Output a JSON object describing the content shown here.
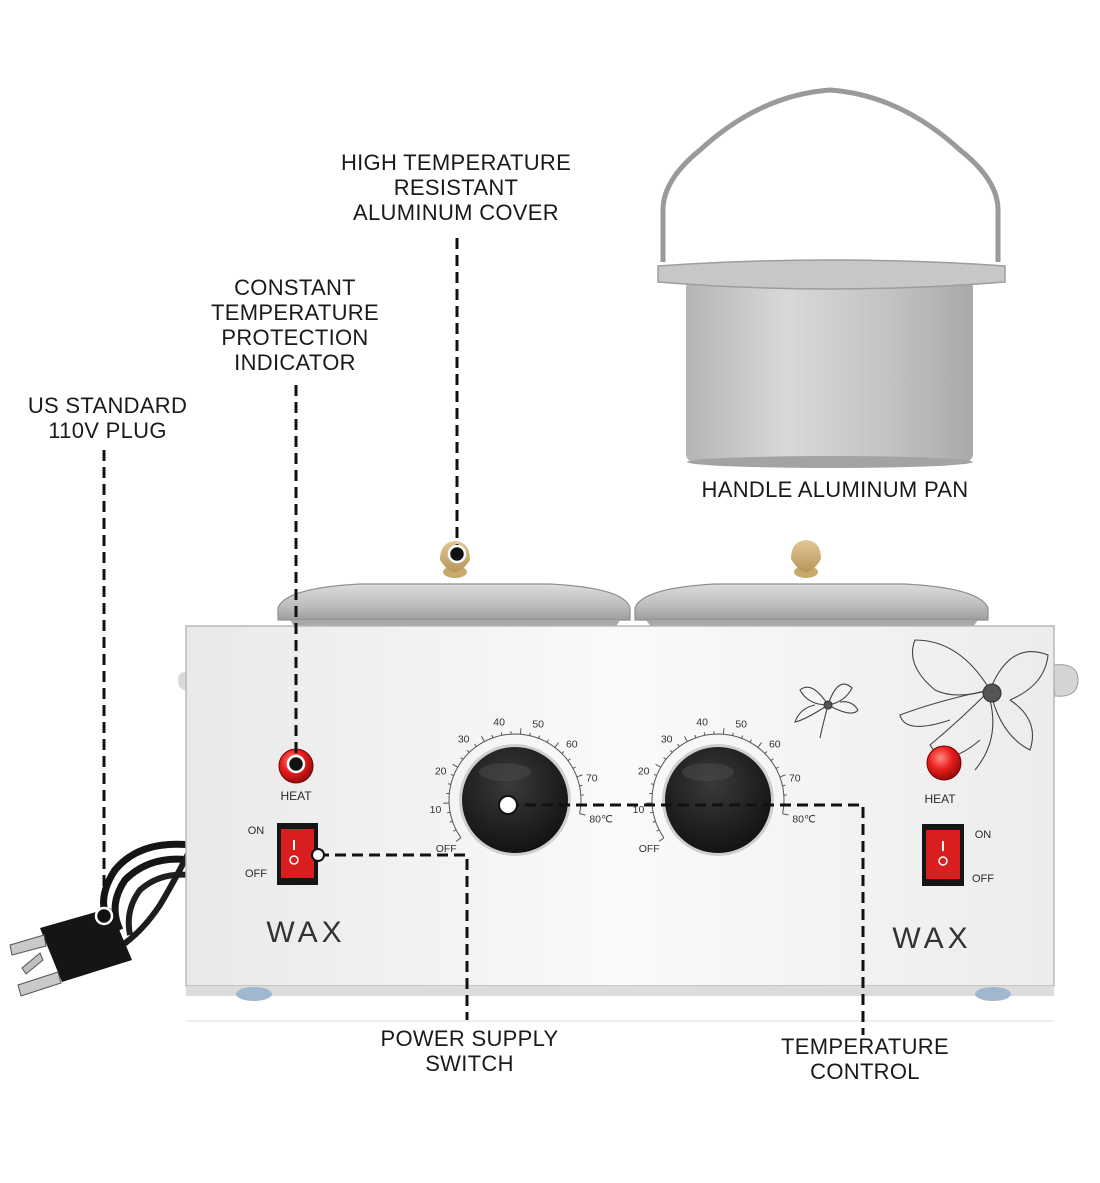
{
  "callouts": {
    "cover": [
      "HIGH TEMPERATURE",
      "RESISTANT",
      "ALUMINUM COVER"
    ],
    "indicator": [
      "CONSTANT",
      "TEMPERATURE",
      "PROTECTION",
      "INDICATOR"
    ],
    "plug": [
      "US STANDARD",
      "110V PLUG"
    ],
    "pan": [
      "HANDLE ALUMINUM PAN"
    ],
    "switch": [
      "POWER SUPPLY",
      "SWITCH"
    ],
    "temperature": [
      "TEMPERATURE",
      "CONTROL"
    ]
  },
  "device": {
    "brand_label_left": "WAX",
    "brand_label_right": "WAX",
    "heat_label": "HEAT",
    "switch_on": "ON",
    "switch_off": "OFF",
    "dial_scale": [
      "OFF",
      "10",
      "20",
      "30",
      "40",
      "50",
      "60",
      "70",
      "80℃"
    ]
  },
  "colors": {
    "body": "#f6f6f6",
    "lid": "#b9b9b9",
    "knob": "#1b1b1b",
    "switch": "#d81e1e",
    "indicator": "#e81c1c",
    "leader": "#111111"
  }
}
